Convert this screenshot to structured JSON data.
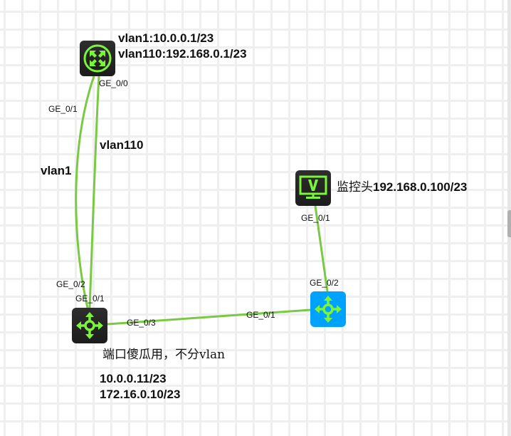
{
  "colors": {
    "link": "#7ac943",
    "icon_green": "#7cf43a",
    "dark_node": "#222222",
    "blue_node": "#00a2ff"
  },
  "nodes": {
    "router": {
      "icon": "router-icon",
      "label_lines": [
        "vlan1:10.0.0.1/23",
        "vlan110:192.168.0.1/23"
      ]
    },
    "core_switch": {
      "icon": "switch-icon",
      "note": "端口傻瓜用，不分vlan",
      "label_lines": [
        "10.0.0.11/23",
        "172.16.0.10/23"
      ]
    },
    "camera": {
      "icon": "monitor-icon",
      "label_prefix": "监控头",
      "label_ip": "192.168.0.100/23"
    },
    "access_switch": {
      "icon": "switch-icon"
    }
  },
  "links": [
    {
      "name": "vlan1",
      "label": "vlan1",
      "from_port": "GE_0/1",
      "to_port": "GE_0/2"
    },
    {
      "name": "vlan110",
      "label": "vlan110",
      "from_port": "GE_0/0",
      "to_port": "GE_0/1"
    },
    {
      "name": "core-to-access",
      "from_port": "GE_0/3",
      "to_port": "GE_0/1"
    },
    {
      "name": "access-to-camera",
      "from_port": "GE_0/2",
      "to_port": "GE_0/1"
    }
  ]
}
